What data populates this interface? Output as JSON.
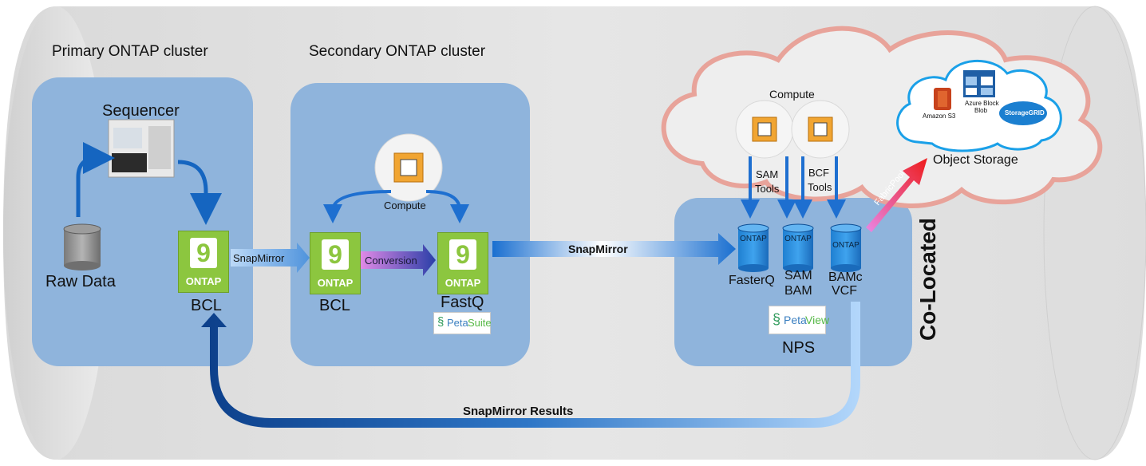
{
  "regions": {
    "primary_title": "Primary ONTAP cluster",
    "secondary_title": "Secondary ONTAP cluster",
    "co_located": "Co-Located",
    "nps": "NPS",
    "object_storage": "Object Storage"
  },
  "primary": {
    "sequencer": "Sequencer",
    "raw_data": "Raw Data",
    "ontap_version": "9",
    "ontap_word": "ONTAP",
    "bcl": "BCL"
  },
  "secondary": {
    "compute": "Compute",
    "bcl": "BCL",
    "fastq": "FastQ",
    "conversion": "Conversion",
    "ontap_version": "9",
    "ontap_word": "ONTAP",
    "petasuite_prefix": "Peta",
    "petasuite_suffix": "Suite"
  },
  "cloud": {
    "compute": "Compute",
    "sam_tools": [
      "SAM",
      "Tools"
    ],
    "bcf_tools": [
      "BCF",
      "Tools"
    ],
    "amazon_s3": "Amazon S3",
    "azure_blob": [
      "Azure Block",
      "Blob"
    ],
    "storagegrid": "StorageGRID"
  },
  "nps": {
    "volumes": [
      {
        "top": "ONTAP",
        "label1": "FasterQ",
        "label2": ""
      },
      {
        "top": "ONTAP",
        "label1": "SAM",
        "label2": "BAM"
      },
      {
        "top": "ONTAP",
        "label1": "BAMc",
        "label2": "VCF"
      }
    ],
    "petaview_prefix": "Peta",
    "petaview_suffix": "View"
  },
  "arrows": {
    "snapmirror_small": "SnapMirror",
    "snapmirror_big": "SnapMirror",
    "snapmirror_results": "SnapMirror Results",
    "fabricpool": "FabricPool"
  },
  "colors": {
    "cluster_fill": "#8fb4dc",
    "arrow_blue": "#1565c0",
    "ontap_green": "#8cc63f",
    "cloud_outline": "#e8a39a",
    "fabricpool_red": "#e8202a"
  }
}
